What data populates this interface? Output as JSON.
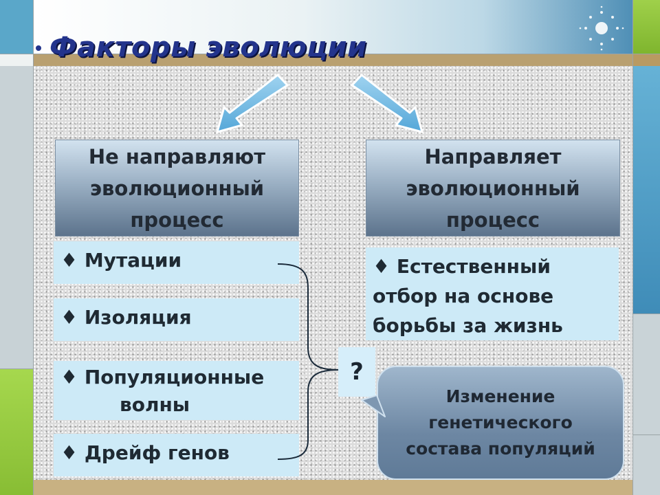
{
  "title": "Факторы эволюции",
  "left_header": {
    "line1": "Не направляют",
    "line2": "эволюционный",
    "line3": "процесс"
  },
  "right_header": {
    "line1": "Направляет",
    "line2": "эволюционный",
    "line3": "процесс"
  },
  "bullet": "♦",
  "left_items": {
    "mutations": "Мутации",
    "isolation": "Изоляция",
    "population_waves_1": "Популяционные",
    "population_waves_2": "волны",
    "gene_drift": "Дрейф генов"
  },
  "right_item": {
    "line1": "Естественный",
    "line2": "отбор на основе",
    "line3": "борьбы  за жизнь"
  },
  "question_mark": "?",
  "callout": {
    "line1": "Изменение",
    "line2": "генетического",
    "line3": "состава популяций"
  },
  "icons": {
    "arrows": "down-left-arrow-icon, down-right-arrow-icon",
    "bullet": "diamond-bullet-icon",
    "decoration": "sparkle-icon"
  },
  "colors": {
    "title": "#23348c",
    "item_bg": "#cdeaf7",
    "arrow": "#6fb6df",
    "header_dark": "#5c738c"
  }
}
